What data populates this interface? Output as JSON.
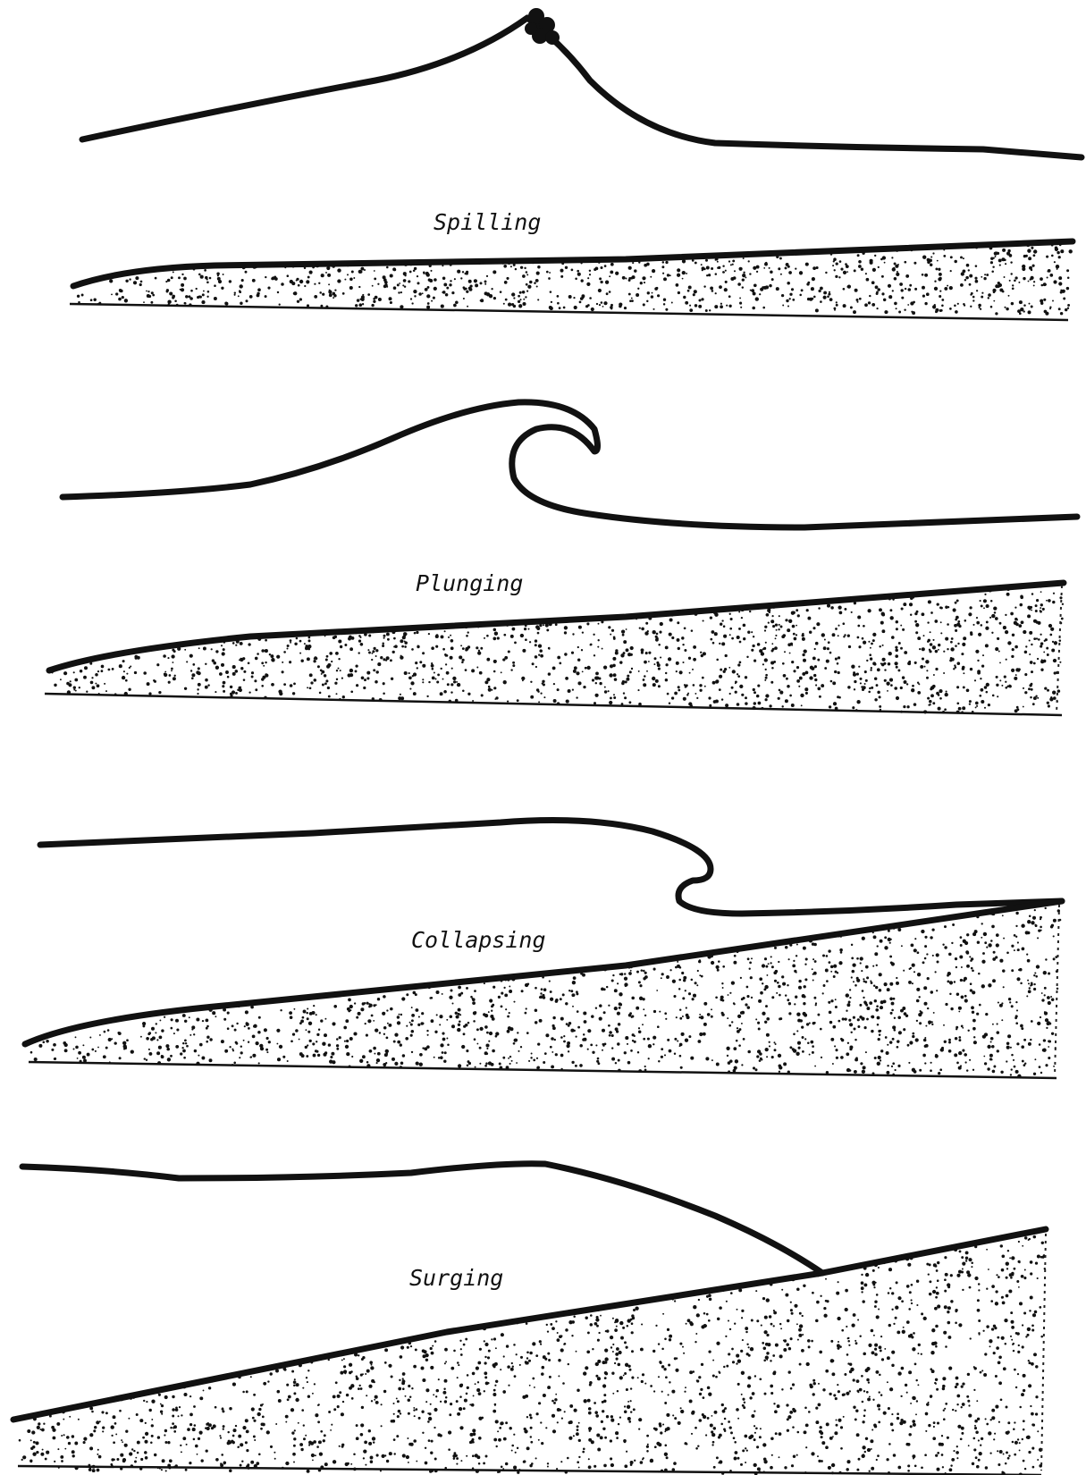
{
  "panels": [
    {
      "id": "spilling",
      "label": "Spilling"
    },
    {
      "id": "plunging",
      "label": "Plunging"
    },
    {
      "id": "collapsing",
      "label": "Collapsing"
    },
    {
      "id": "surging",
      "label": "Surging"
    }
  ],
  "colors": {
    "ink": "#111111",
    "paper": "#ffffff"
  }
}
